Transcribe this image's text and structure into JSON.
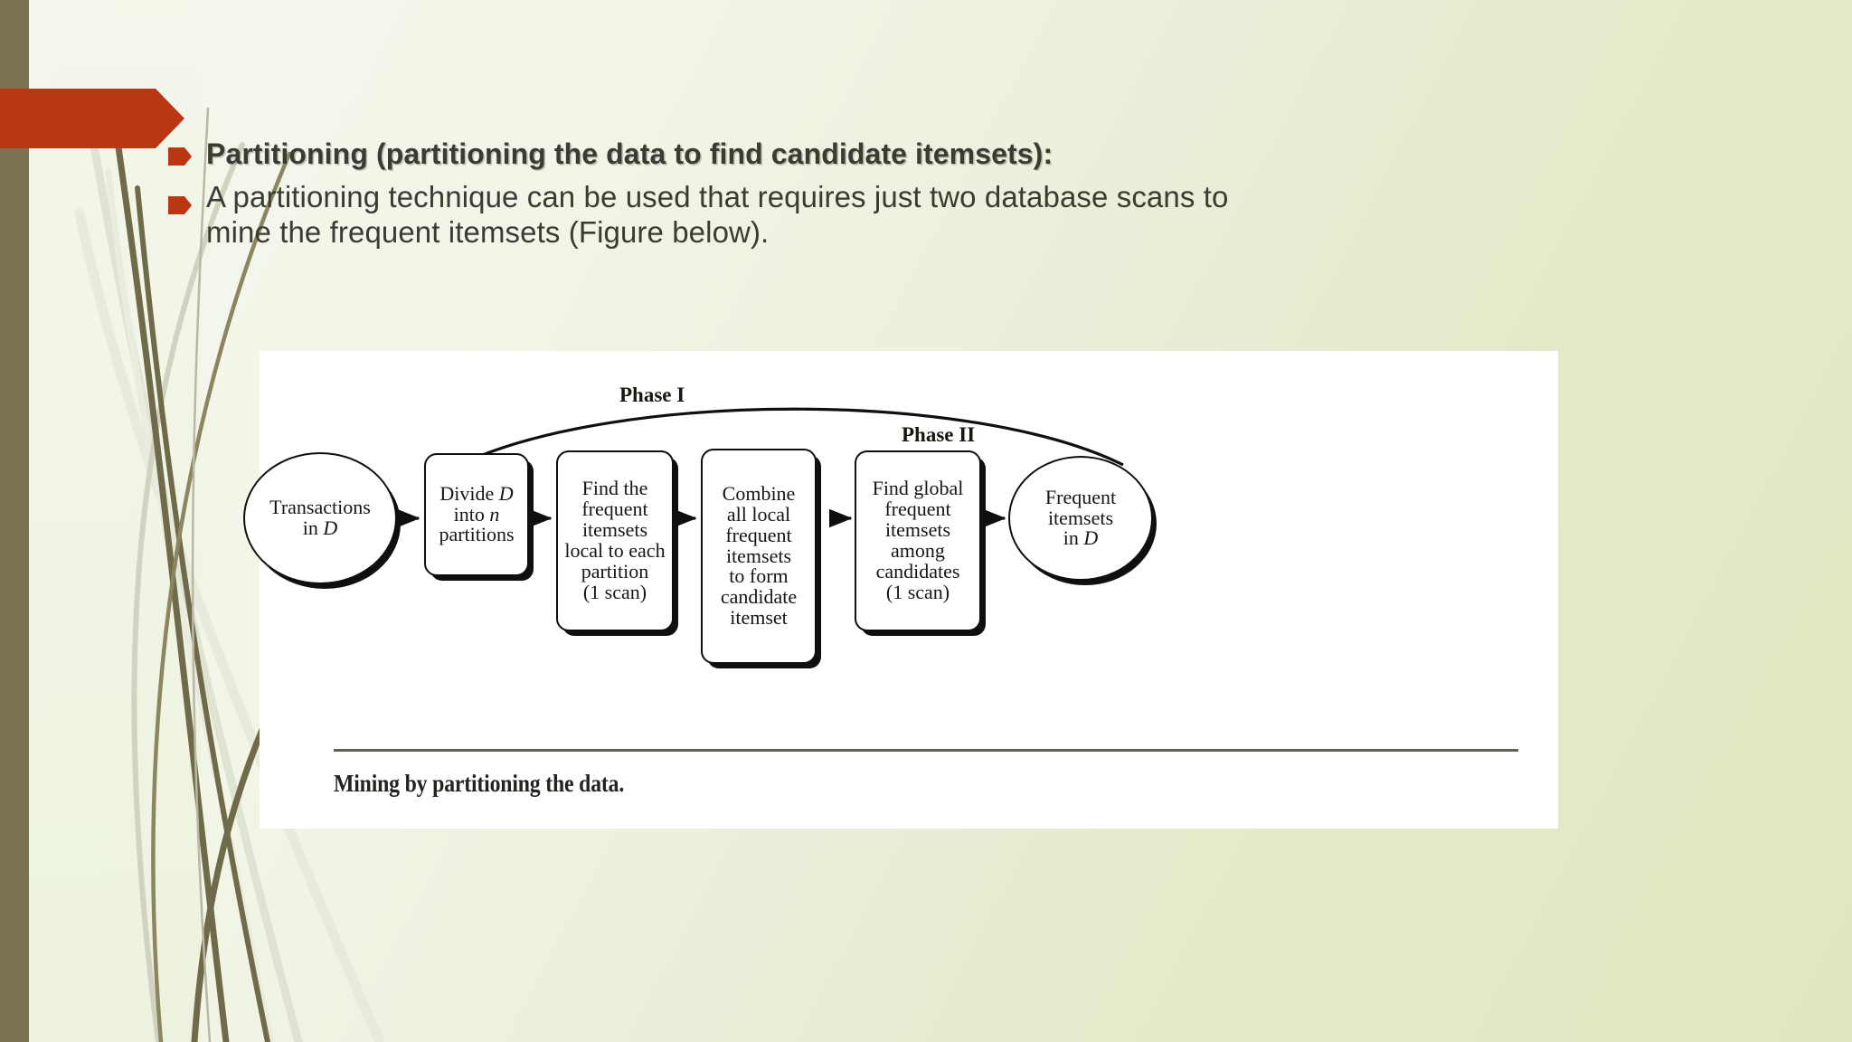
{
  "slide": {
    "background_left_hex": "#f4f7ec",
    "background_right_hex": "#e1e6c2",
    "accent_red_hex": "#b93813",
    "olive_bar_hex": "#7b7452",
    "reed_dark_hex": "#6f6a4a",
    "reed_light_hex": "#e6e9dc"
  },
  "banner": {
    "name": "red-banner-arrow",
    "color_hex": "#b93813"
  },
  "bullets": [
    {
      "id": "bullet-heading",
      "marker": "red-arrow-bullet",
      "text": "Partitioning (partitioning the data to find candidate itemsets):",
      "bold": true
    },
    {
      "id": "bullet-body",
      "marker": "red-arrow-bullet",
      "line1": "A partitioning technique can be used that requires just two database scans to",
      "line2": "mine the frequent itemsets (Figure below).",
      "bold": false
    }
  ],
  "figure": {
    "name": "mining-by-partitioning-figure",
    "caption": "Mining by partitioning the data.",
    "phase_labels": [
      {
        "id": "phase-1",
        "text": "Phase I"
      },
      {
        "id": "phase-2",
        "text": "Phase II"
      }
    ],
    "nodes": [
      {
        "id": "node-transactions",
        "shape": "ellipse",
        "lines": [
          "Transactions",
          "in D"
        ],
        "italic_tokens": [
          "D"
        ]
      },
      {
        "id": "node-divide",
        "shape": "rounded-box",
        "lines": [
          "Divide D",
          "into n",
          "partitions"
        ],
        "italic_tokens": [
          "D",
          "n"
        ]
      },
      {
        "id": "node-find-local",
        "shape": "rounded-box",
        "lines": [
          "Find the",
          "frequent",
          "itemsets",
          "local to each",
          "partition",
          "(1 scan)"
        ],
        "italic_tokens": []
      },
      {
        "id": "node-combine",
        "shape": "rounded-box",
        "lines": [
          "Combine",
          "all local",
          "frequent",
          "itemsets",
          "to form",
          "candidate",
          "itemset"
        ],
        "italic_tokens": []
      },
      {
        "id": "node-find-global",
        "shape": "rounded-box",
        "lines": [
          "Find global",
          "frequent",
          "itemsets",
          "among",
          "candidates",
          "(1 scan)"
        ],
        "italic_tokens": []
      },
      {
        "id": "node-frequent-in-d",
        "shape": "ellipse",
        "lines": [
          "Frequent",
          "itemsets",
          "in D"
        ],
        "italic_tokens": [
          "D"
        ]
      }
    ],
    "arrows": [
      {
        "from": "node-transactions",
        "to": "node-divide"
      },
      {
        "from": "node-divide",
        "to": "node-find-local"
      },
      {
        "from": "node-find-local",
        "to": "node-combine"
      },
      {
        "from": "node-combine",
        "to": "node-find-global"
      },
      {
        "from": "node-find-global",
        "to": "node-frequent-in-d"
      }
    ],
    "brackets": [
      {
        "label": "Phase I",
        "spans": [
          "node-divide",
          "node-find-local",
          "node-combine"
        ]
      },
      {
        "label": "Phase II",
        "spans": [
          "node-find-global"
        ]
      }
    ]
  }
}
